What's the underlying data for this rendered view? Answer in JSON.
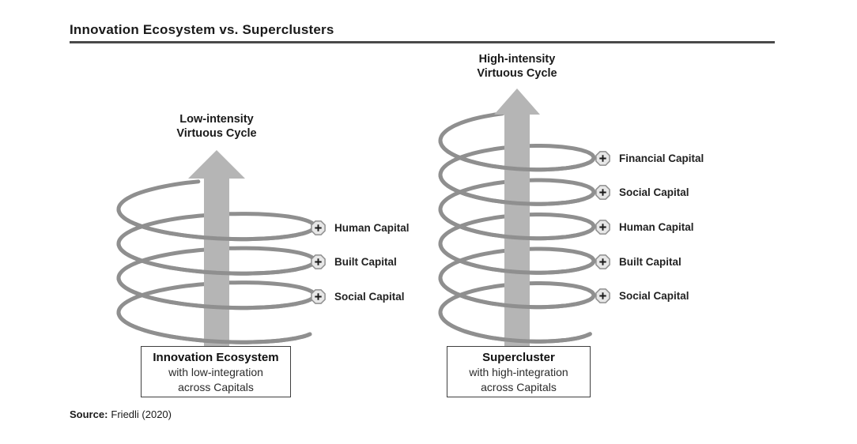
{
  "header": {
    "title": "Innovation Ecosystem vs. Superclusters"
  },
  "diagrams": [
    {
      "name": "Innovation Ecosystem",
      "intensity": "low",
      "cycle_title": [
        "Low-intensity",
        "Virtuous Cycle"
      ],
      "capitals": [
        "Human Capital",
        "Built Capital",
        "Social Capital"
      ],
      "box": [
        "Innovation Ecosystem",
        "with low-integration",
        "across Capitals"
      ]
    },
    {
      "name": "Supercluster",
      "intensity": "high",
      "cycle_title": [
        "High-intensity",
        "Virtuous Cycle"
      ],
      "capitals": [
        "Financial Capital",
        "Social Capital",
        "Human Capital",
        "Built Capital",
        "Social Capital"
      ],
      "box": [
        "Supercluster",
        "with high-integration",
        "across Capitals"
      ]
    }
  ],
  "source": {
    "label": "Source:",
    "citation": "Friedli (2020)"
  },
  "icons": {
    "plus": "plus-icon"
  },
  "colors": {
    "coil": "#8f8f8f",
    "arrow": "#b5b5b5",
    "icon_fill": "#e7e7e7",
    "icon_stroke": "#8f8f8f",
    "text": "#1a1a1a",
    "rule": "#4a4a4a"
  }
}
